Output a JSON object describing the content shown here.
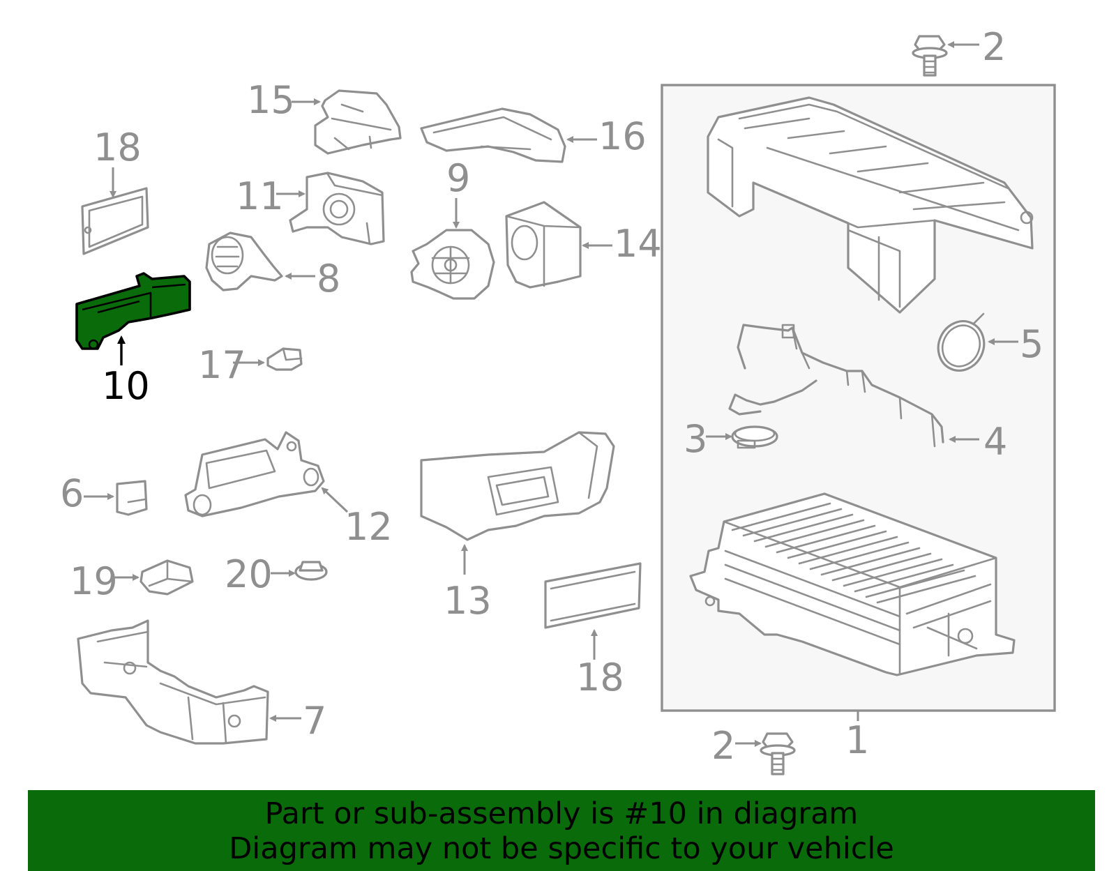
{
  "highlight_color": "#0a6b0a",
  "line_color": "#8f8f8f",
  "callouts": {
    "c1": "1",
    "c2a": "2",
    "c2b": "2",
    "c3": "3",
    "c4": "4",
    "c5": "5",
    "c6": "6",
    "c7": "7",
    "c8": "8",
    "c9": "9",
    "c10": "10",
    "c11": "11",
    "c12": "12",
    "c13": "13",
    "c14": "14",
    "c15": "15",
    "c16": "16",
    "c17": "17",
    "c18a": "18",
    "c18b": "18",
    "c19": "19",
    "c20": "20"
  },
  "banner": {
    "line1": "Part or sub-assembly is #10 in diagram",
    "line2": "Diagram may not be specific to your vehicle"
  }
}
